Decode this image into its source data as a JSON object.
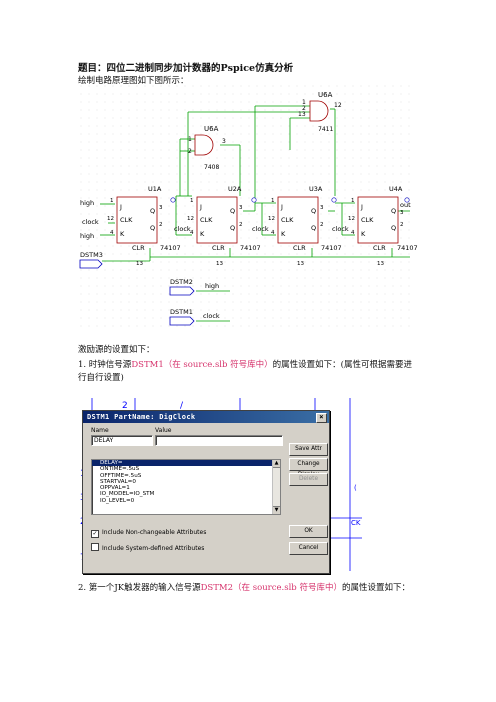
{
  "heading": {
    "title": "题目：四位二进制同步加计数器的Pspice仿真分析",
    "subtitle": "绘制电路原理图如下图所示："
  },
  "schematic": {
    "and_gate_top": {
      "ref": "U6A",
      "part": "7411",
      "pins": [
        "1",
        "2",
        "13",
        "12"
      ]
    },
    "and_gate_mid": {
      "ref": "U6A",
      "part": "7408",
      "pins": [
        "1",
        "2",
        "3"
      ]
    },
    "flipflops": [
      {
        "ref": "U1A",
        "part": "74107"
      },
      {
        "ref": "U2A",
        "part": "74107"
      },
      {
        "ref": "U3A",
        "part": "74107"
      },
      {
        "ref": "U4A",
        "part": "74107"
      }
    ],
    "pin_labels": {
      "j": "J",
      "clk": "CLK",
      "k": "K",
      "q": "Q",
      "clr": "CLR"
    },
    "inputs": {
      "high": "high",
      "clock": "clock",
      "out": "out"
    },
    "sources": [
      {
        "name": "DSTM3",
        "net": ""
      },
      {
        "name": "DSTM2",
        "net": "high"
      },
      {
        "name": "DSTM1",
        "net": "clock"
      }
    ],
    "pin_numbers": {
      "one": "1",
      "two": "2",
      "three": "3",
      "four": "4",
      "twelve": "12",
      "thirteen": "13"
    }
  },
  "text": {
    "p1": "激励源的设置如下：",
    "p2a": "1. 时钟信号源",
    "p2b": "DSTM1（在 source.slb 符号库中）",
    "p2c": "的属性设置如下：(属性可根据需要进行自行设置)",
    "p3a": "2. 第一个",
    "p3b": "JK",
    "p3c": "触发器的输入信号源",
    "p3d": "DSTM2（在 source.slb 符号库中）",
    "p3e": "的属性设置如下："
  },
  "dialog": {
    "title": "DSTM1    PartName: DigClock",
    "close": "×",
    "name_label": "Name",
    "value_label": "Value",
    "name_value": "DELAY",
    "value_value": "",
    "attributes": [
      "DELAY=",
      "ONTIME=.5uS",
      "OFFTIME=.5uS",
      "STARTVAL=0",
      "OPPVAL=1",
      "IO_MODEL=IO_STM",
      "IO_LEVEL=0"
    ],
    "selected_index": 0,
    "buttons": {
      "save": "Save Attr",
      "change": "Change Display",
      "delete": "Delete",
      "ok": "OK",
      "cancel": "Cancel"
    },
    "chk_nonchangeable": "Include Non-changeable Attributes",
    "chk_system": "Include System-defined Attributes",
    "chk_nonchangeable_checked": true,
    "chk_system_checked": false,
    "bg_fragments": [
      "2",
      "/",
      "1",
      "3",
      "2",
      "7",
      "13",
      "13",
      "CK",
      "("
    ]
  }
}
